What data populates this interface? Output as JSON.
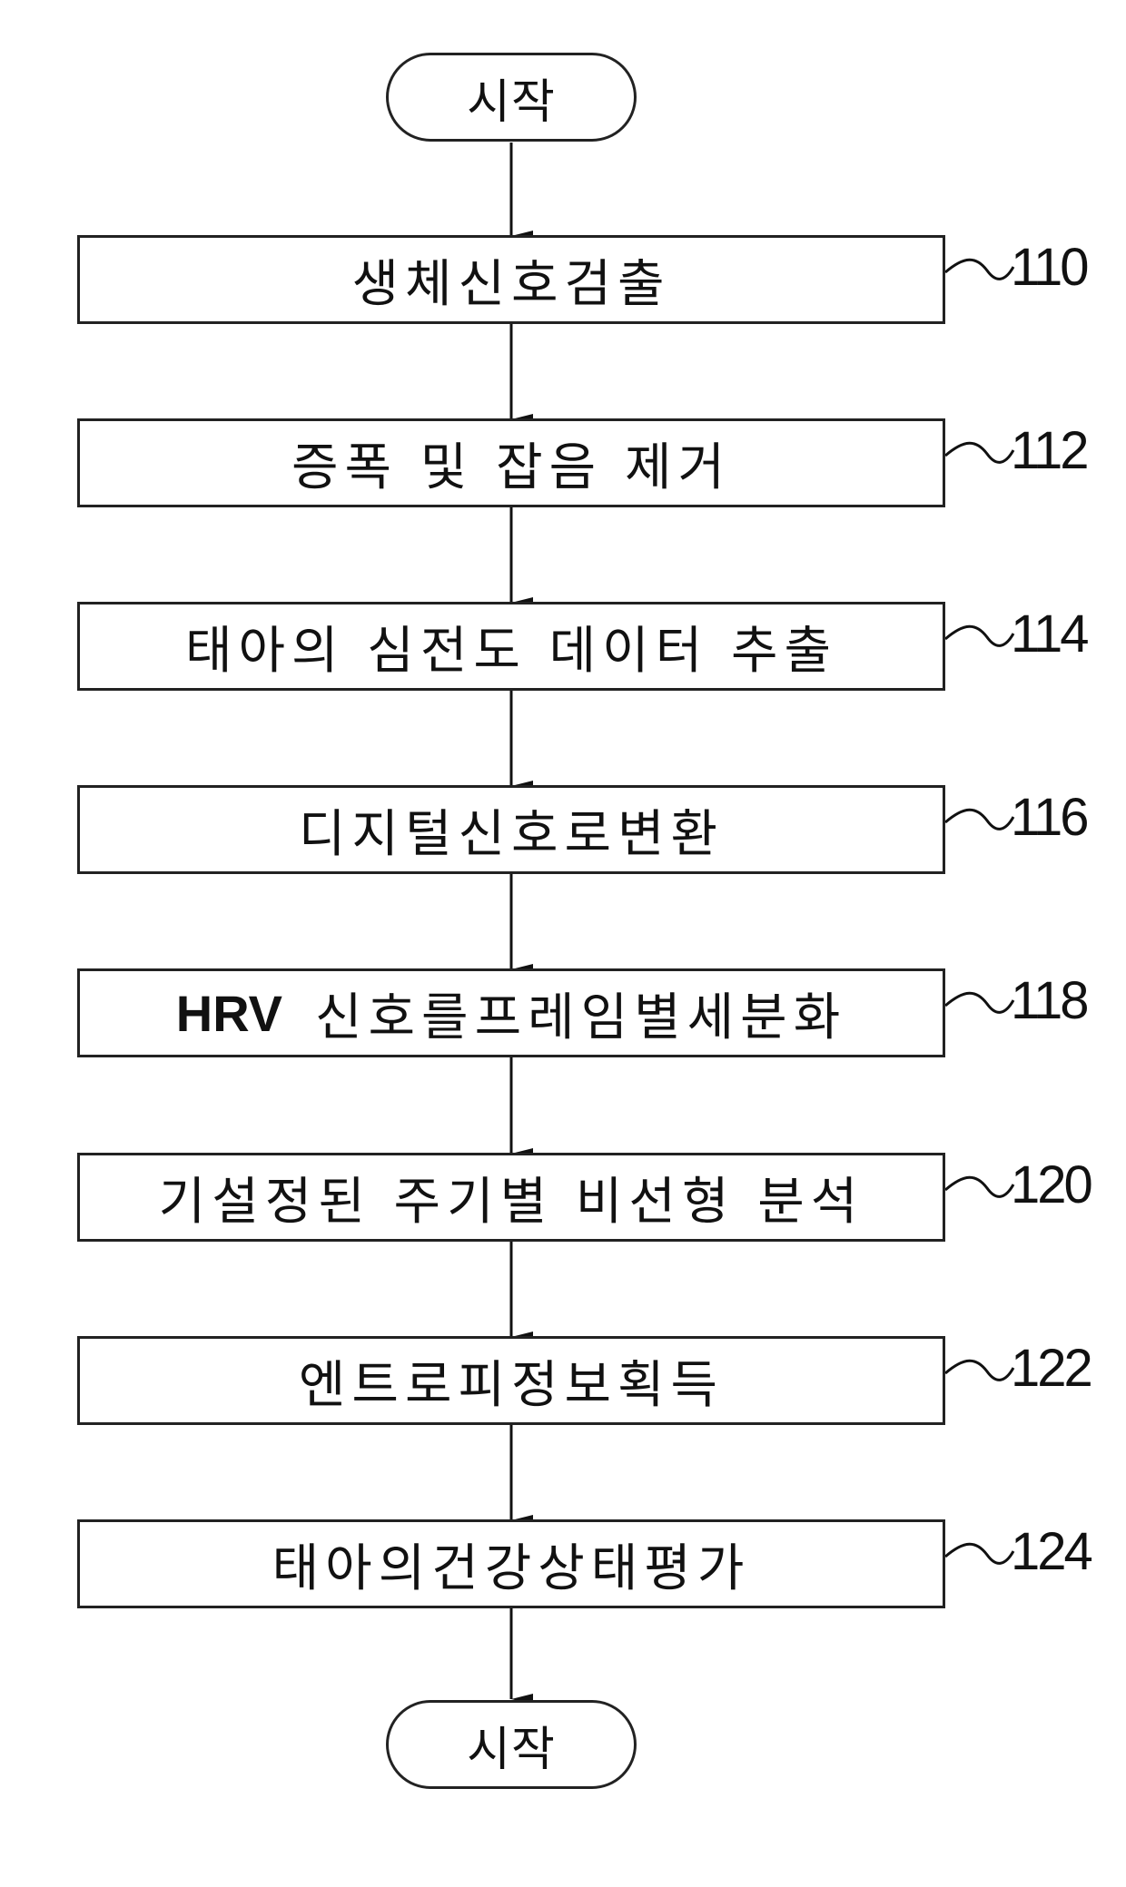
{
  "start": {
    "label": "시작"
  },
  "end": {
    "label": "시작"
  },
  "steps": [
    {
      "ref": "110",
      "label": "생체신호검출"
    },
    {
      "ref": "112",
      "label": "증폭 및 잡음 제거"
    },
    {
      "ref": "114",
      "label": "태아의 심전도 데이터 추출"
    },
    {
      "ref": "116",
      "label": "디지털신호로변환"
    },
    {
      "ref": "118",
      "label_prefix": "HRV",
      "label": "신호를프레임별세분화"
    },
    {
      "ref": "120",
      "label": "기설정된 주기별 비선형 분석"
    },
    {
      "ref": "122",
      "label": "엔트로피정보획득"
    },
    {
      "ref": "124",
      "label": "태아의건강상태평가"
    }
  ]
}
